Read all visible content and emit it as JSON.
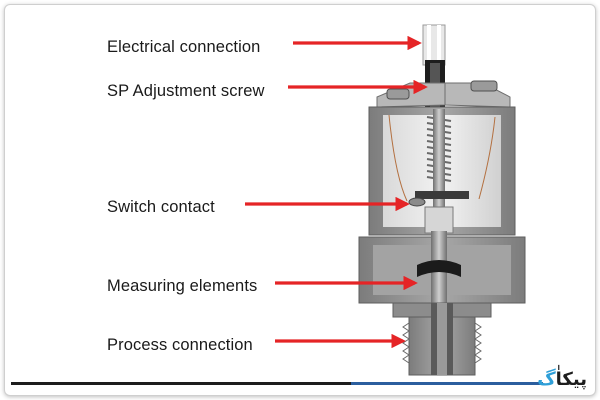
{
  "labels": [
    "Electrical connection",
    "SP Adjustment screw",
    "Switch contact",
    "Measuring elements",
    "Process connection"
  ],
  "brand": {
    "text": "پیکاٰ",
    "accent_mark": "گ"
  },
  "colors": {
    "arrow": "#e52426",
    "body_gray": "#8f8f8f",
    "dark_gray": "#5a5a5a",
    "footer_dark": "#1d1d1d",
    "footer_blue": "#2b5e9e",
    "brand_accent": "#2e9fd8"
  }
}
